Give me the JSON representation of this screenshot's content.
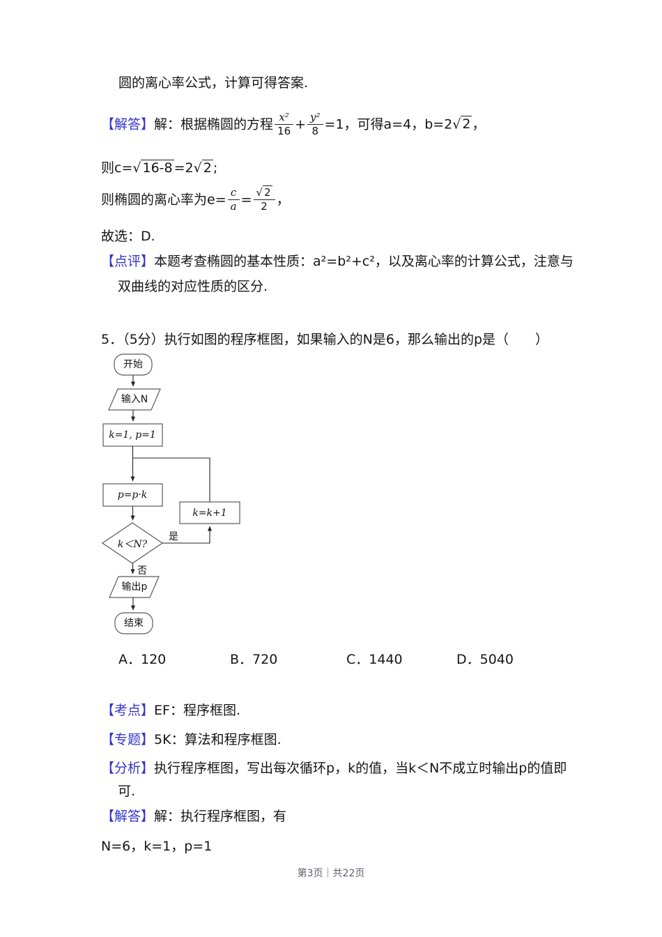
{
  "colors": {
    "label_blue": "#3434c8",
    "footer_gray": "#5c5c6e"
  },
  "symbols": {
    "sqrt": "√"
  },
  "prev_solution": {
    "intro": "圆的离心率公式，计算可得答案.",
    "jieda_label": "【解答】",
    "jieda": {
      "t1": "解：根据椭圆的方程",
      "f1n": "x²",
      "f1d": "16",
      "plus": "+",
      "f2n": "y²",
      "f2d": "8",
      "t2": "=1，可得a=4，b=2",
      "r1": "2",
      "t3": "，"
    },
    "line_c": {
      "t1": "则c=",
      "r1": "16-8",
      "t2": "=2",
      "r2": "2",
      "t3": ";"
    },
    "line_e": {
      "t1": "则椭圆的离心率为e=",
      "f1n": "c",
      "f1d": "a",
      "t2": "=",
      "f2n_rad": "2",
      "f2d": "2",
      "t3": "，"
    },
    "choice": "故选：D.",
    "dianping_label": "【点评】",
    "dianping_l1": "本题考查椭圆的基本性质：a²=b²+c²，以及离心率的计算公式，注意与",
    "dianping_l2": "双曲线的对应性质的区分."
  },
  "question5": {
    "stem": "5．（5分）执行如图的程序框图，如果输入的N是6，那么输出的p是（　　）",
    "flowchart": {
      "start": "开始",
      "input": "输入N",
      "init": "k=1, p=1",
      "multiply": "p=p·k",
      "condition": "k＜N?",
      "yes": "是",
      "no": "否",
      "increment": "k=k+1",
      "output": "输出p",
      "end": "结束"
    },
    "options": [
      {
        "label": "A．120"
      },
      {
        "label": "B．720"
      },
      {
        "label": "C．1440"
      },
      {
        "label": "D．5040"
      }
    ],
    "kaodian_label": "【考点】",
    "kaodian_text": "EF：程序框图.",
    "zhuanti_label": "【专题】",
    "zhuanti_text": "5K：算法和程序框图.",
    "fenxi_label": "【分析】",
    "fenxi_l1": "执行程序框图，写出每次循环p，k的值，当k＜N不成立时输出p的值即",
    "fenxi_l2": "可.",
    "jieda_label": "【解答】",
    "jieda_text": "解：执行程序框图，有",
    "step1": "N=6，k=1，p=1"
  },
  "footer": {
    "page_info": "第3页｜共22页"
  }
}
